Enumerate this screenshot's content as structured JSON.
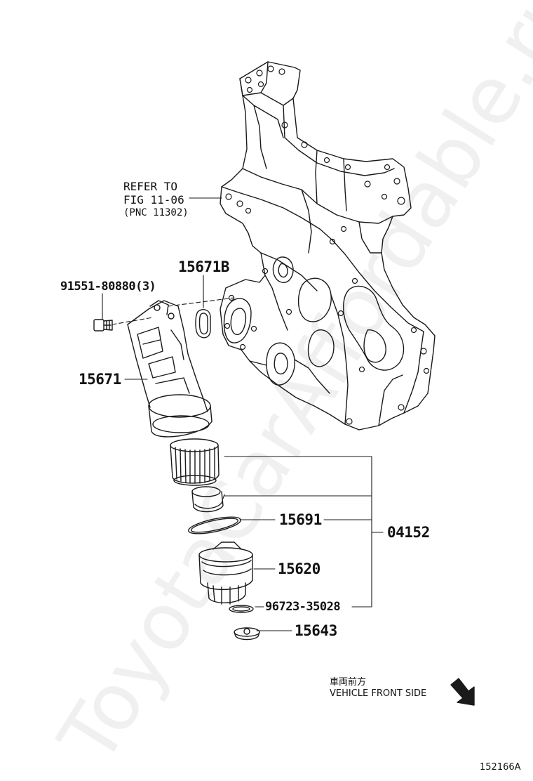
{
  "diagram": {
    "reference": {
      "line1": "REFER TO",
      "line2": "FIG 11-06",
      "line3": "(PNC 11302)"
    },
    "parts": {
      "bolt": "91551-80880(3)",
      "gasket": "15671B",
      "housing": "15671",
      "oring_15691": "15691",
      "cap_15620": "15620",
      "element_kit": "04152",
      "washer_96723": "96723-35028",
      "plug_15643": "15643"
    },
    "direction": {
      "japanese": "車両前方",
      "english": "VEHICLE FRONT SIDE",
      "arrow_icon": "front-arrow-icon"
    },
    "figure_id": "152166A",
    "watermark": "ToyotaCarAffordable.ru",
    "line_color": "#1a1a1a"
  }
}
